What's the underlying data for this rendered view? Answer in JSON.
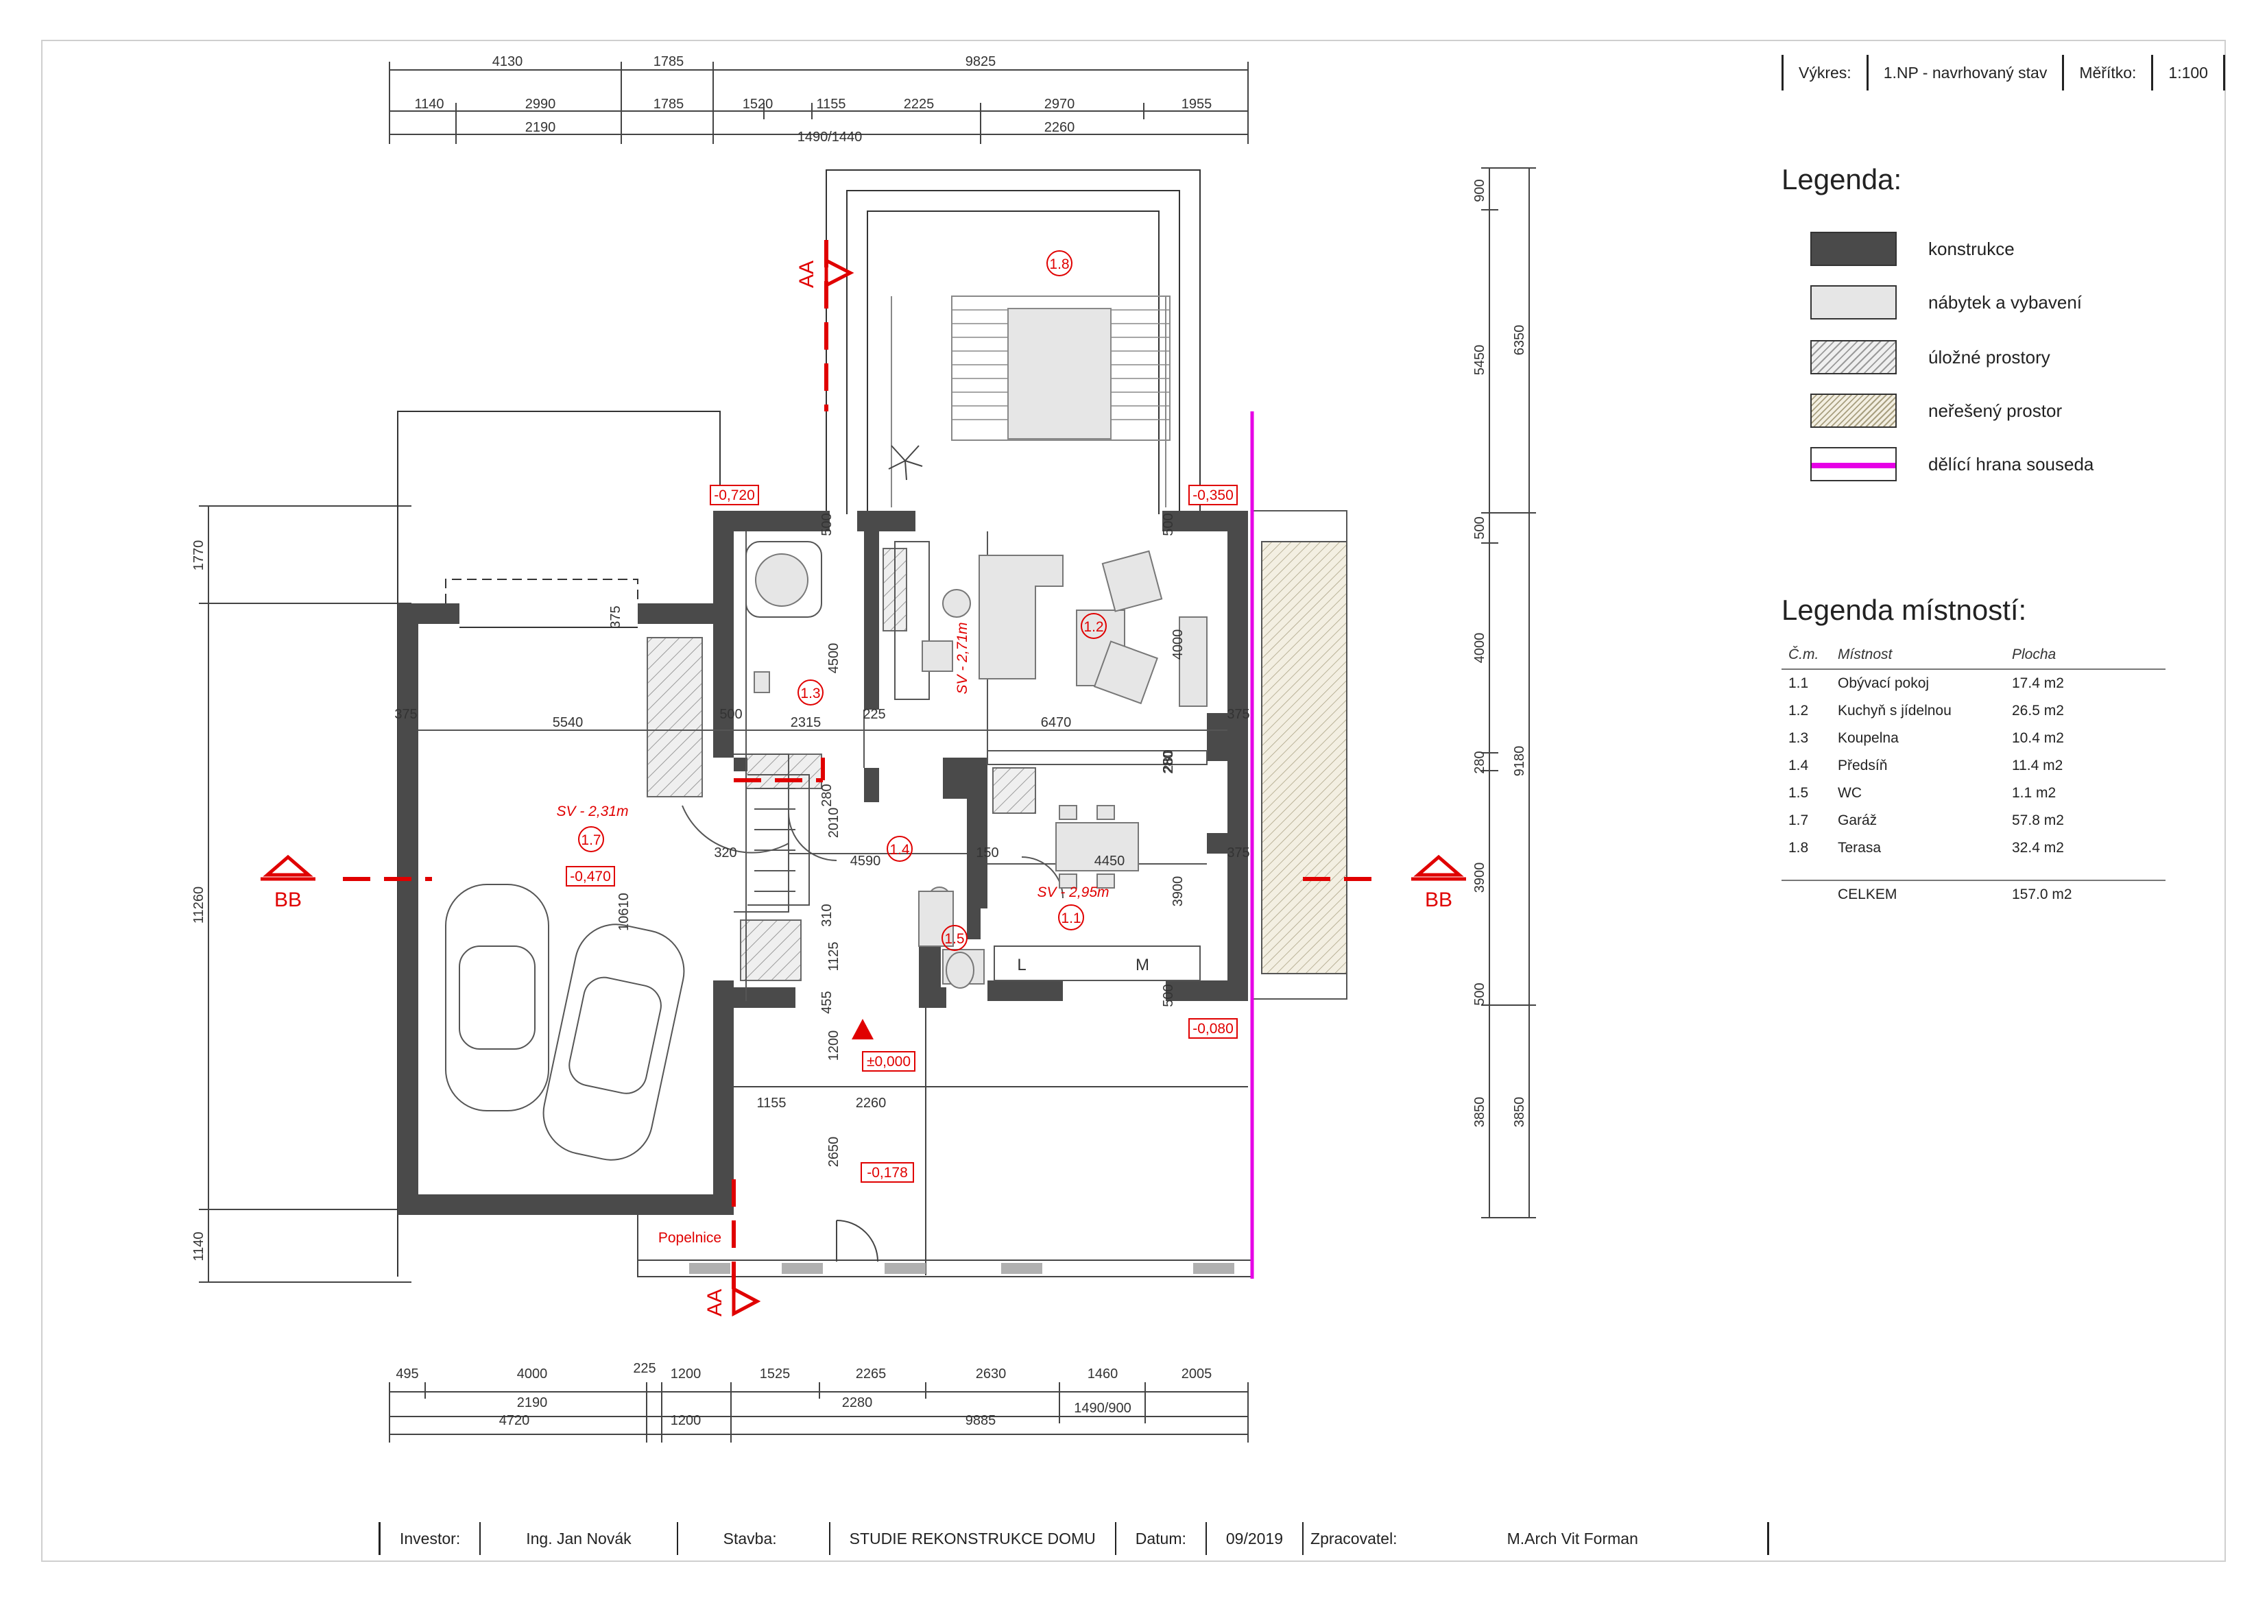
{
  "header": {
    "drawing_label": "Výkres:",
    "drawing_value": "1.NP - navrhovaný stav",
    "scale_label": "Měřítko:",
    "scale_value": "1:100"
  },
  "legend": {
    "title": "Legenda:",
    "items": [
      {
        "label": "konstrukce",
        "color": "#4a4a4a"
      },
      {
        "label": "nábytek a vybavení",
        "color": "#e6e6e6"
      },
      {
        "label": "úložné prostory",
        "color": "#d8d8d8"
      },
      {
        "label": "neřešený prostor",
        "color": "#ece8da"
      },
      {
        "label": "dělící hrana souseda",
        "color": "#e600e6"
      }
    ]
  },
  "rooms": {
    "title": "Legenda místností:",
    "headers": {
      "num": "Č.m.",
      "name": "Místnost",
      "area": "Plocha"
    },
    "rows": [
      {
        "num": "1.1",
        "name": "Obývací pokoj",
        "area": "17.4 m2"
      },
      {
        "num": "1.2",
        "name": "Kuchyň s jídelnou",
        "area": "26.5 m2"
      },
      {
        "num": "1.3",
        "name": "Koupelna",
        "area": "10.4 m2"
      },
      {
        "num": "1.4",
        "name": "Předsíň",
        "area": "11.4 m2"
      },
      {
        "num": "1.5",
        "name": "WC",
        "area": "1.1 m2"
      },
      {
        "num": "1.7",
        "name": "Garáž",
        "area": "57.8 m2"
      },
      {
        "num": "1.8",
        "name": "Terasa",
        "area": "32.4 m2"
      }
    ],
    "total_label": "CELKEM",
    "total_area": "157.0 m2"
  },
  "footer": {
    "investor_label": "Investor:",
    "investor_value": "Ing. Jan Novák",
    "build_label": "Stavba:",
    "build_value": "STUDIE REKONSTRUKCE DOMU",
    "date_label": "Datum:",
    "date_value": "09/2019",
    "author_label": "Zpracovatel:",
    "author_value": "M.Arch Vit Forman"
  },
  "plan": {
    "dims_top_row1": [
      "4130",
      "1785",
      "9825"
    ],
    "dims_top_row2": [
      "1140",
      "2990",
      "1785",
      "1520",
      "1155",
      "2225",
      "2970",
      "1955"
    ],
    "dims_top_row3": [
      "2190",
      "1490/1440",
      "2260"
    ],
    "dims_bottom_row1": [
      "495",
      "4000",
      "225",
      "1200",
      "1525",
      "2265",
      "2630",
      "1460",
      "2005"
    ],
    "dims_bottom_row2": [
      "2190",
      "2280",
      "1490/900"
    ],
    "dims_bottom_row3": [
      "4720",
      "1200",
      "9885"
    ],
    "dims_left_outer": [
      "1770",
      "11260",
      "1140"
    ],
    "dims_left_inner": [
      "10610"
    ],
    "dims_right_inner": [
      "900",
      "5450",
      "500",
      "4000",
      "280",
      "3900",
      "500",
      "3850"
    ],
    "dims_right_outer": [
      "6350",
      "9180",
      "3850"
    ],
    "dims_interior": [
      "375",
      "5540",
      "500",
      "2315",
      "225",
      "6470",
      "375",
      "375",
      "375",
      "320",
      "4590",
      "150",
      "4450",
      "4500",
      "500",
      "500",
      "500",
      "280",
      "280",
      "2010",
      "310",
      "1125",
      "455",
      "1200",
      "1155",
      "2260",
      "2650",
      "3900",
      "4000",
      "280"
    ],
    "levels": [
      "-0,720",
      "-0,350",
      "-0,470",
      "-0,080",
      "±0,000",
      "-0,178"
    ],
    "room_tags": [
      "1.8",
      "1.2",
      "1.3",
      "1.7",
      "1.4",
      "1.1",
      "1.5"
    ],
    "ceiling_heights": [
      "SV - 2,31m",
      "SV - 2,71m",
      "SV - 2,95m"
    ],
    "section_marks": [
      "AA",
      "AA",
      "BB",
      "BB"
    ],
    "appliance_labels": [
      "L",
      "M"
    ],
    "bin_label": "Popelnice"
  }
}
